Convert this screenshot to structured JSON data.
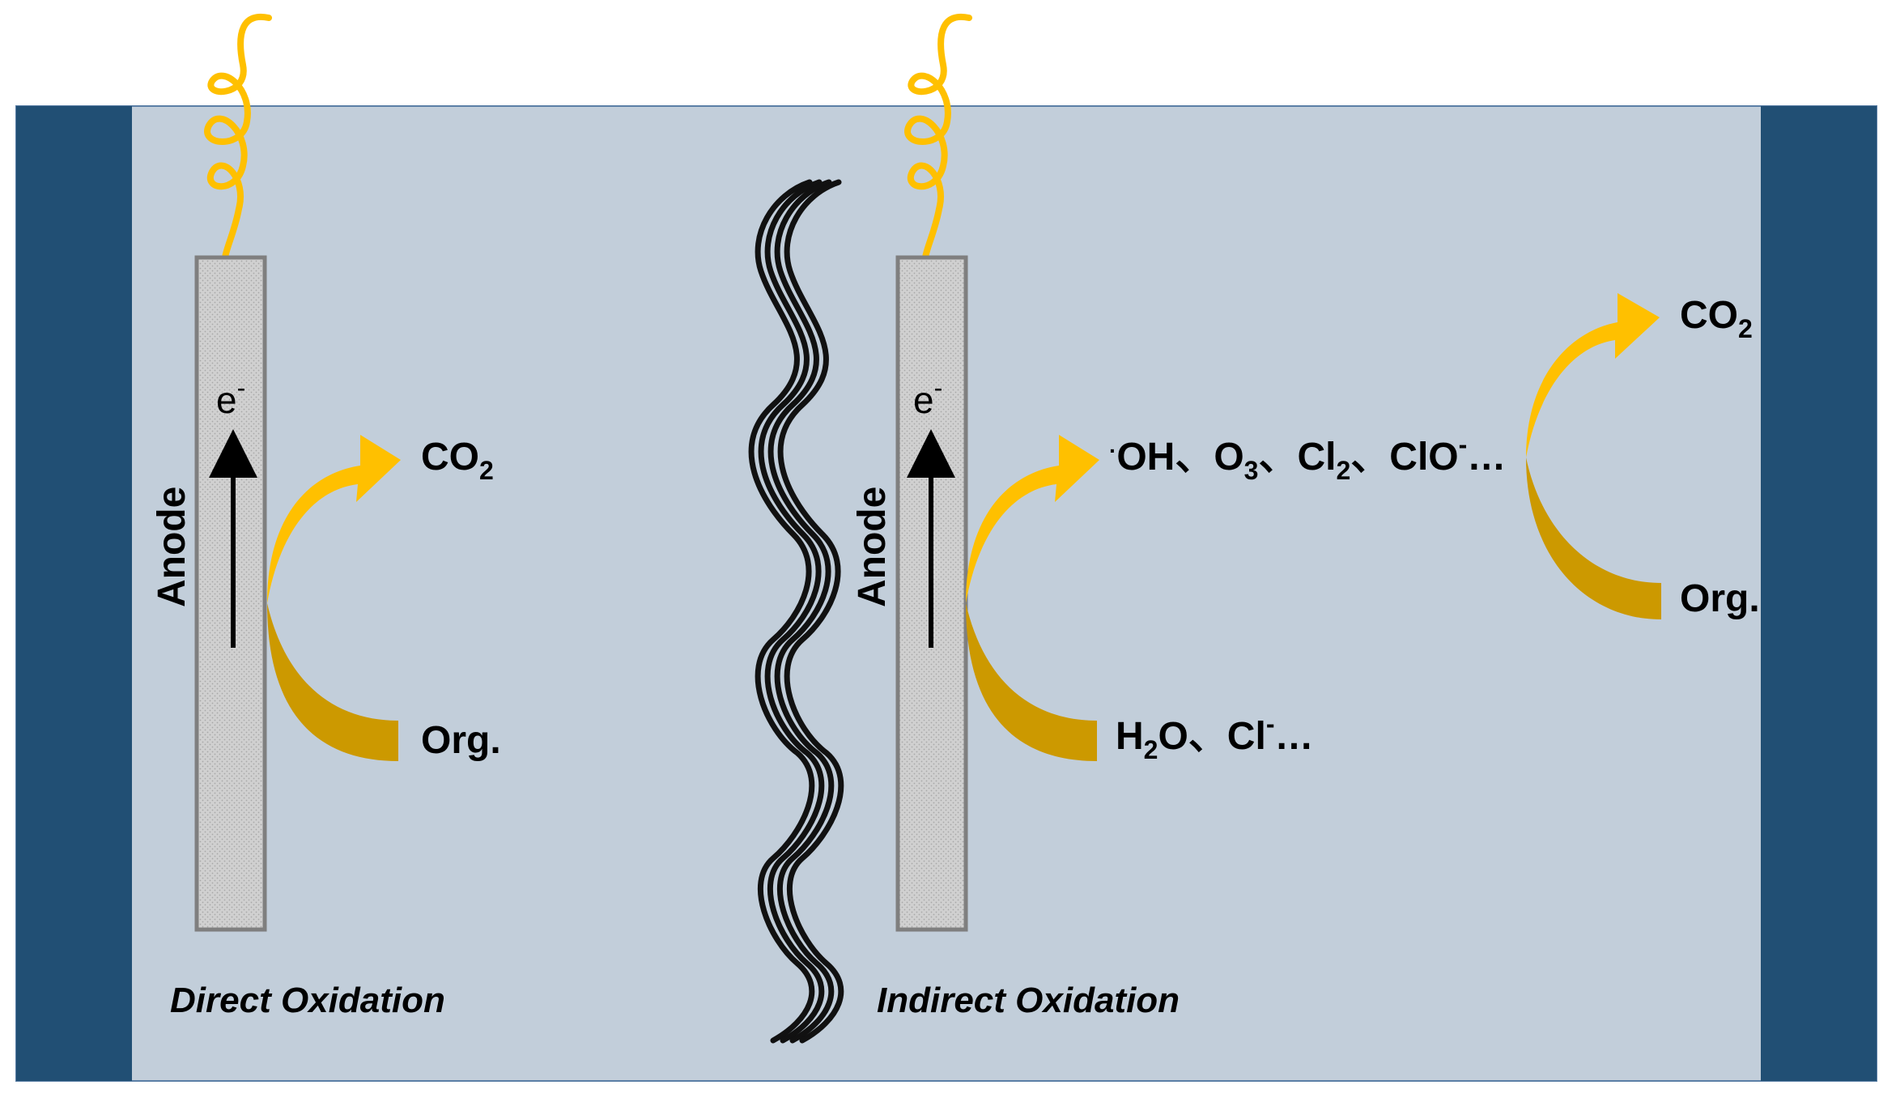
{
  "colors": {
    "electrolyte": "#c2ceda",
    "side_wall": "#214f74",
    "electrode_fill": "#c8c8c8",
    "electrode_border": "#7f7f7f",
    "wire": "#ffc000",
    "arrow_light": "#ffc000",
    "arrow_dark": "#cc9900",
    "membrane": "#111111"
  },
  "direct": {
    "electrode_label": "Anode",
    "electron": "e",
    "electron_sup": "-",
    "product_main": "CO",
    "product_sub": "2",
    "reactant": "Org.",
    "caption": "Direct Oxidation"
  },
  "indirect": {
    "electrode_label": "Anode",
    "electron": "e",
    "electron_sup": "-",
    "oxidants": {
      "radical_dot": "·",
      "oh": "OH、O",
      "o3_sub": "3",
      "sep1": "、Cl",
      "cl2_sub": "2",
      "sep2": "、ClO",
      "clo_sup": "-",
      "tail": "…"
    },
    "precursors": {
      "h": "H",
      "h2_sub": "2",
      "rest": "O、Cl",
      "cl_sup": "-",
      "tail": "…"
    },
    "second_product_main": "CO",
    "second_product_sub": "2",
    "second_reactant": "Org.",
    "caption": "Indirect Oxidation"
  },
  "icons": {
    "wire": "coiled-wire-icon",
    "membrane": "wavy-membrane-icon",
    "arrow": "curved-arrow-icon"
  }
}
